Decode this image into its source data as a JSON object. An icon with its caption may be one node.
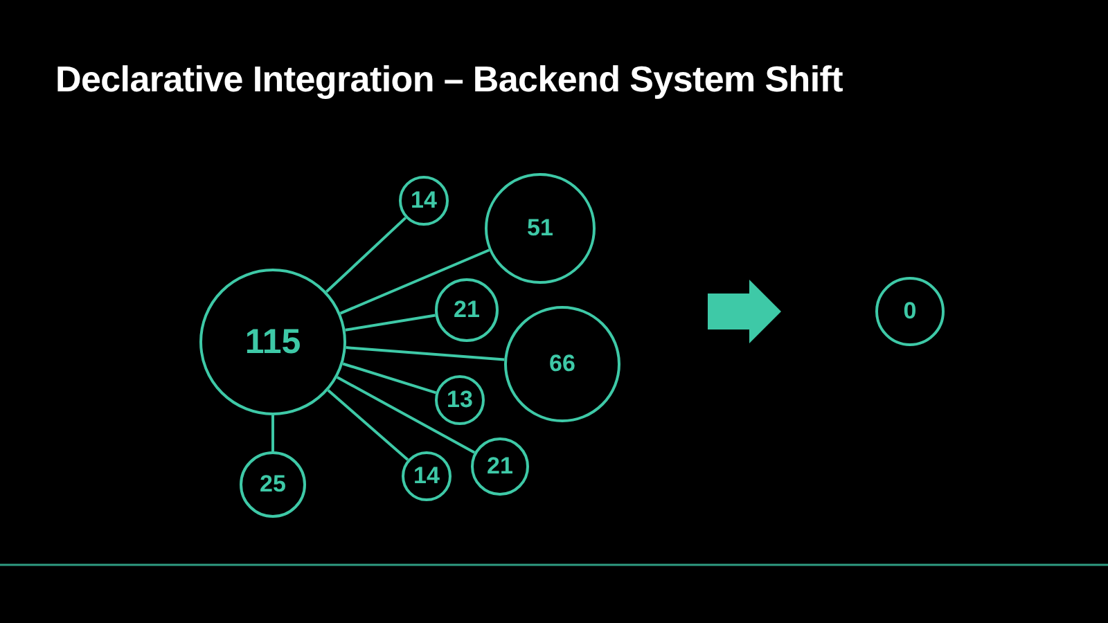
{
  "diagram": {
    "title": "Declarative Integration – Backend System Shift",
    "nodes": [
      {
        "text": [
          "115"
        ]
      },
      {
        "text": [
          "14"
        ]
      },
      {
        "text": [
          "51"
        ]
      },
      {
        "text": [
          "21"
        ]
      },
      {
        "text": [
          "66"
        ]
      },
      {
        "text": [
          "13"
        ]
      },
      {
        "text": [
          "21"
        ]
      },
      {
        "text": [
          "14"
        ]
      },
      {
        "text": [
          "25"
        ]
      },
      {
        "text": [
          "0"
        ]
      }
    ],
    "edges": [
      {
        "from": 0,
        "to": 1,
        "arrow": "none"
      },
      {
        "from": 0,
        "to": 2,
        "arrow": "none"
      },
      {
        "from": 0,
        "to": 3,
        "arrow": "none"
      },
      {
        "from": 0,
        "to": 4,
        "arrow": "none"
      },
      {
        "from": 0,
        "to": 5,
        "arrow": "none"
      },
      {
        "from": 0,
        "to": 6,
        "arrow": "none"
      },
      {
        "from": 0,
        "to": 7,
        "arrow": "none"
      },
      {
        "from": 0,
        "to": 8,
        "arrow": "none"
      }
    ]
  }
}
